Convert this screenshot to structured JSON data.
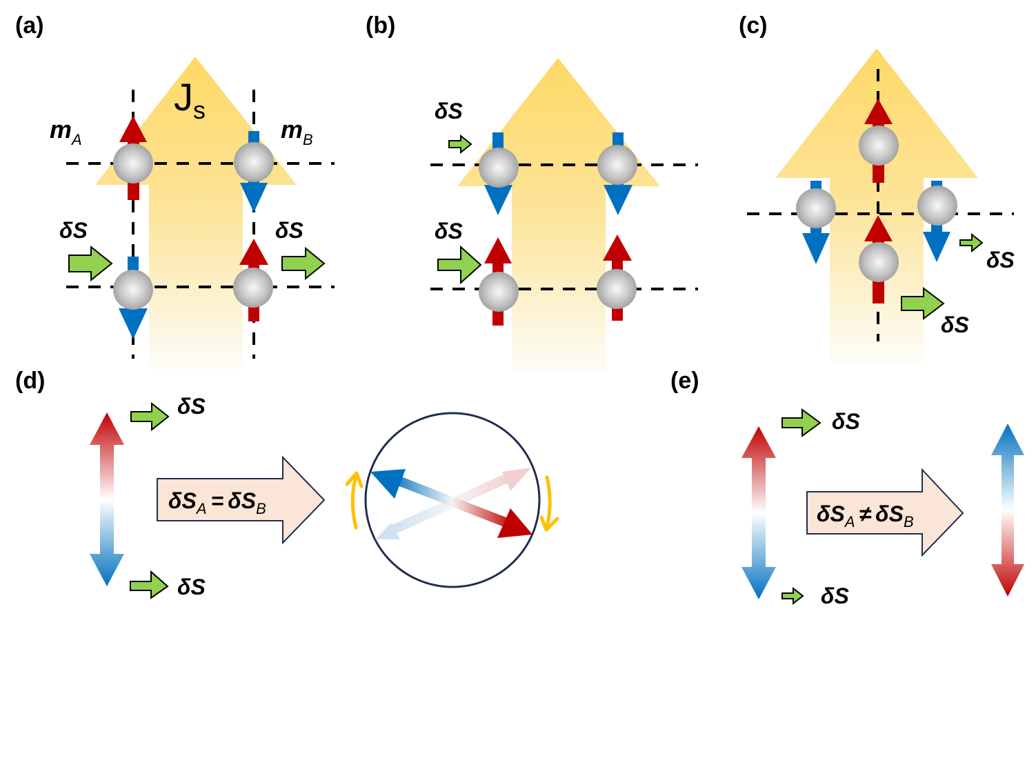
{
  "colors": {
    "spin_up": "#c00000",
    "spin_down": "#0070c0",
    "spin_current": "#ffd966",
    "delta_s_arrow": "#92d050",
    "ball": "#bfbfbf",
    "relation_box": "#fbe5d6",
    "rotation_arrow": "#ffc000",
    "circle_stroke": "#1f2d4e"
  },
  "panels": {
    "a": {
      "label": "(a)",
      "spin_current_label": "J",
      "spin_current_sub": "s",
      "m_a": "m",
      "m_a_sub": "A",
      "m_b": "m",
      "m_b_sub": "B",
      "delta_s_left": "δS",
      "delta_s_right": "δS"
    },
    "b": {
      "label": "(b)",
      "delta_s_top": "δS",
      "delta_s_bottom": "δS"
    },
    "c": {
      "label": "(c)",
      "delta_s_small": "δS",
      "delta_s_large": "δS"
    },
    "d": {
      "label": "(d)",
      "delta_s_top": "δS",
      "delta_s_bottom": "δS",
      "relation": {
        "lhs": "δS",
        "lhs_sub": "A",
        "op": "=",
        "rhs": "δS",
        "rhs_sub": "B"
      }
    },
    "e": {
      "label": "(e)",
      "delta_s_top": "δS",
      "delta_s_bottom": "δS",
      "relation": {
        "lhs": "δS",
        "lhs_sub": "A",
        "op": "≠",
        "rhs": "δS",
        "rhs_sub": "B"
      }
    }
  }
}
